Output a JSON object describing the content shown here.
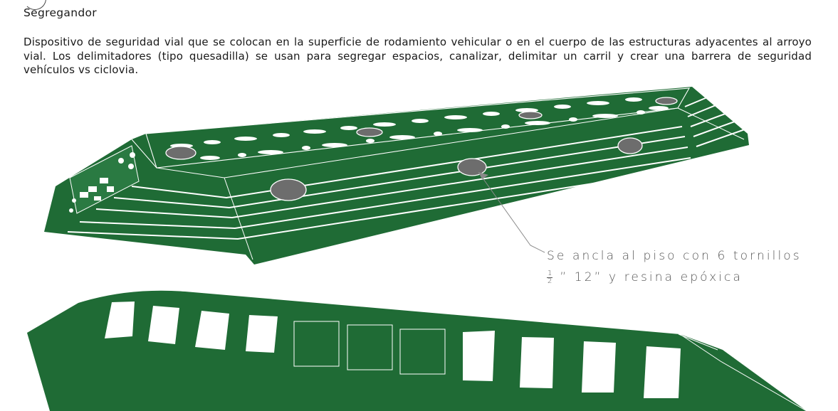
{
  "header": {
    "title": "Segregandor",
    "description": "Dispositivo de seguridad vial que se colocan en la superficie de rodamiento vehicular o en el cuerpo de las estructuras adyacentes al arroyo vial. Los delimitadores (tipo quesadilla) se usan para segregar espacios, canalizar, delimitar un carril y crear una barrera de seguridad vehículos vs ciclovia."
  },
  "callout": {
    "line1": "Se ancla al piso con 6 tornillos",
    "fraction_numerator": "1",
    "fraction_denominator": "2",
    "line2": "” 12” y resina epóxica"
  },
  "colors": {
    "device_green": "#1f6b35",
    "bolt_gray": "#6d6d6d",
    "stripe_white": "#ffffff",
    "leader_gray": "#8a8a8a"
  },
  "icons": {
    "bolt": "bolt-hole-icon",
    "stripe": "reflective-stripe-icon"
  }
}
